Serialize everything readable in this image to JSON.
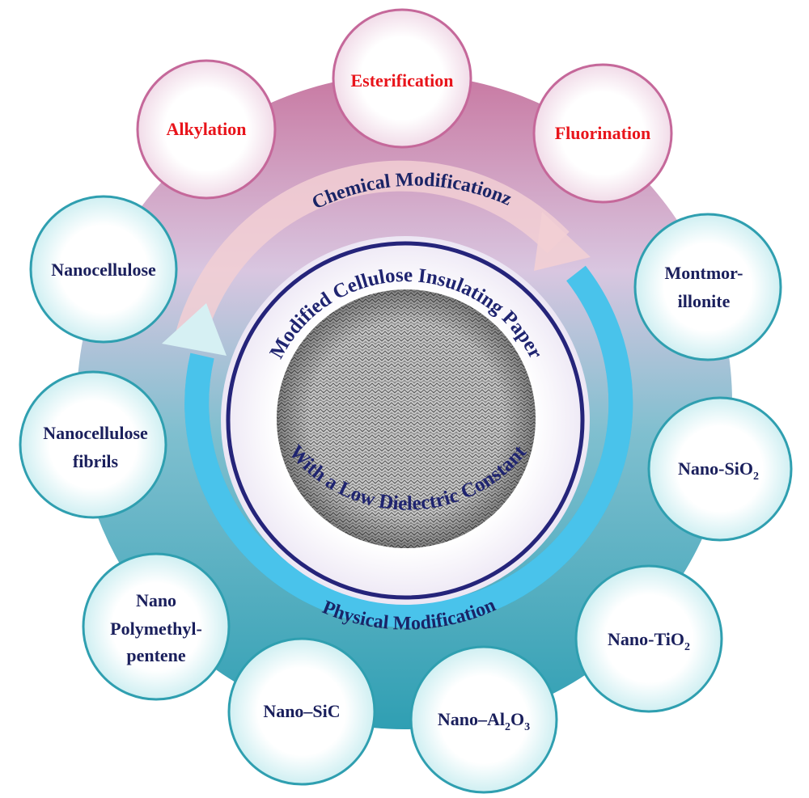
{
  "title_top": "Modified Cellulose Insulating Paper",
  "title_bottom": "With a Low Dielectric Constant",
  "chemical_label": "Chemical Modificationz",
  "physical_label": "Physical Modification",
  "colors": {
    "chemical": "#c97aa3",
    "physical": "#2aa3b8",
    "text": "#1a1f5c",
    "chem_text": "#e8141b",
    "arrow_blue": "#0aaee8"
  },
  "chemical": [
    {
      "label": "Esterification"
    },
    {
      "label": "Alkylation"
    },
    {
      "label": "Fluorination"
    }
  ],
  "physical": {
    "nanocellulose": "Nanocellulose",
    "montmor_1": "Montmor-",
    "montmor_2": "illonite",
    "fibrils_1": "Nanocellulose",
    "fibrils_2": "fibrils",
    "sio2": "Nano-SiO",
    "sio2_sub": "2",
    "pmp_1": "Nano",
    "pmp_2": "Polymethyl-",
    "pmp_3": "pentene",
    "tio2": "Nano-TiO",
    "tio2_sub": "2",
    "sic": "Nano–SiC",
    "al2o3_a": "Nano–Al",
    "al2o3_sub1": "2",
    "al2o3_b": "O",
    "al2o3_sub2": "3"
  }
}
